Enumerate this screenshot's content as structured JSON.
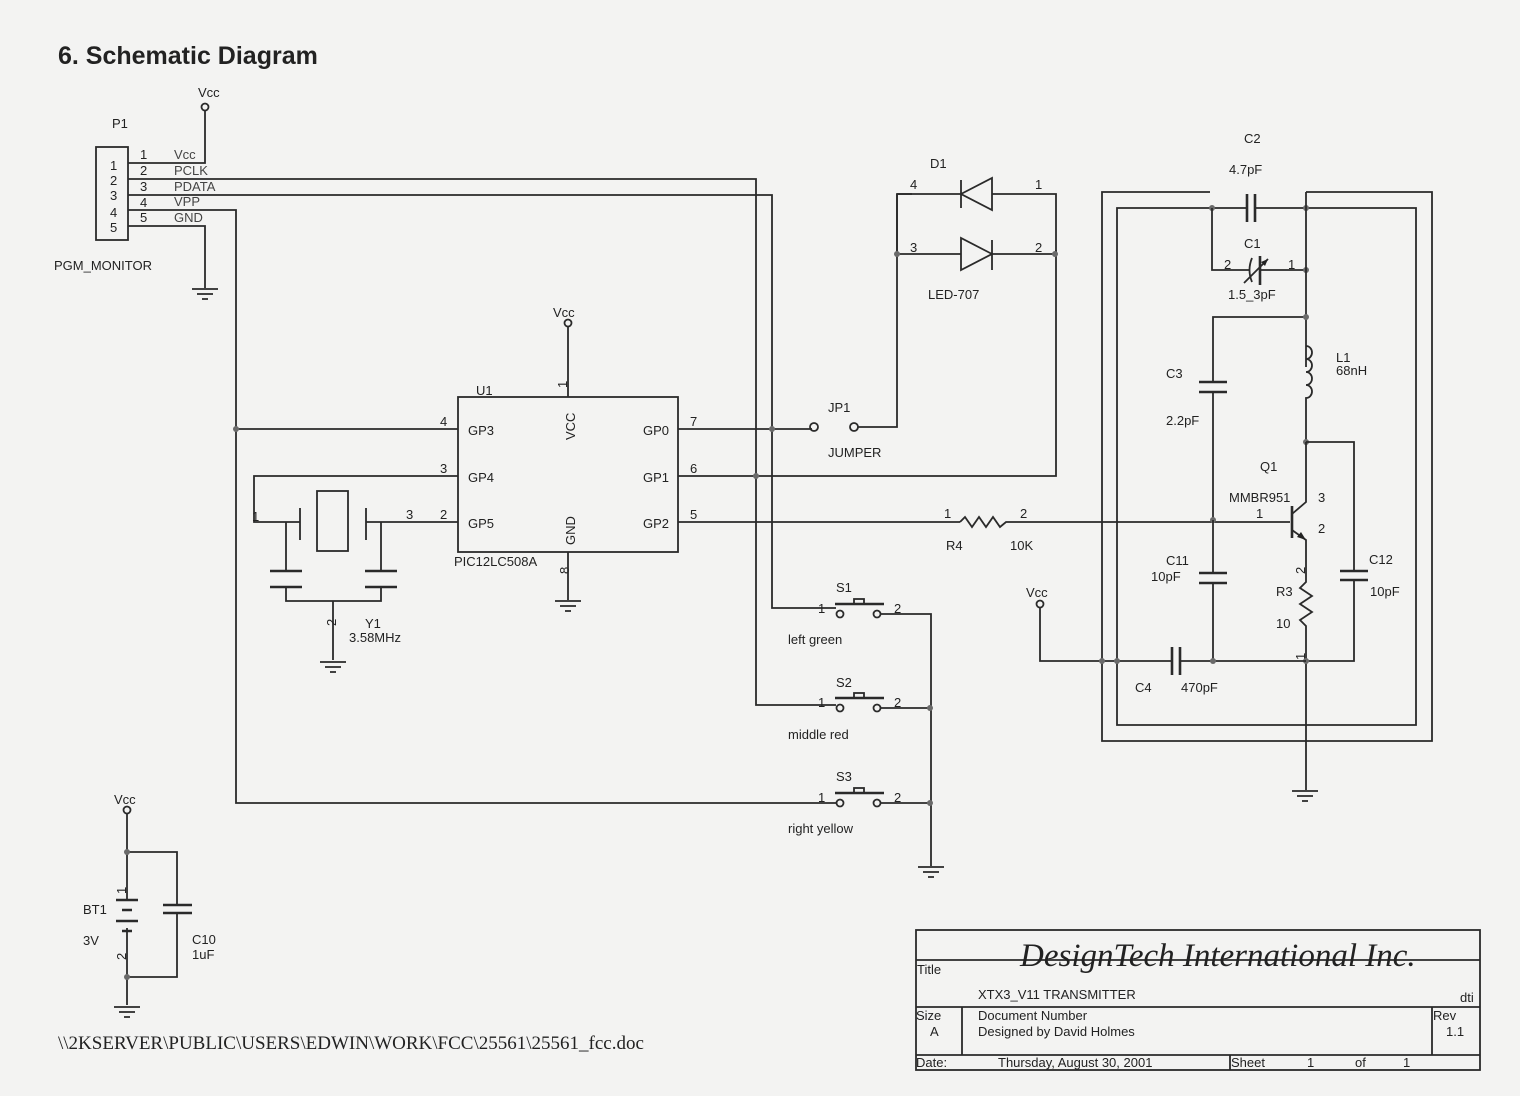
{
  "page_title": "6. Schematic Diagram",
  "file_path": "\\\\2KSERVER\\PUBLIC\\USERS\\EDWIN\\WORK\\FCC\\25561\\25561_fcc.doc",
  "power_label": "Vcc",
  "p1": {
    "ref": "P1",
    "name": "PGM_MONITOR",
    "box_pins": [
      "1",
      "2",
      "3",
      "4",
      "5"
    ],
    "signals": [
      {
        "pin": "1",
        "net": "Vcc"
      },
      {
        "pin": "2",
        "net": "PCLK"
      },
      {
        "pin": "3",
        "net": "PDATA"
      },
      {
        "pin": "4",
        "net": "VPP"
      },
      {
        "pin": "5",
        "net": "GND"
      }
    ]
  },
  "u1": {
    "ref": "U1",
    "part": "PIC12LC508A",
    "vcc_label": "VCC",
    "gnd_label": "GND",
    "vcc_pin": "1",
    "gnd_pin": "8",
    "left_pins": [
      {
        "name": "GP3",
        "num": "4"
      },
      {
        "name": "GP4",
        "num": "3"
      },
      {
        "name": "GP5",
        "num": "2"
      }
    ],
    "right_pins": [
      {
        "name": "GP0",
        "num": "7"
      },
      {
        "name": "GP1",
        "num": "6"
      },
      {
        "name": "GP2",
        "num": "5"
      }
    ]
  },
  "y1": {
    "ref": "Y1",
    "value": "3.58MHz",
    "pin1": "1",
    "pin2": "2",
    "pin3": "3"
  },
  "d1": {
    "ref": "D1",
    "part": "LED-707",
    "pins": [
      "4",
      "1",
      "3",
      "2"
    ]
  },
  "jp1": {
    "ref": "JP1",
    "part": "JUMPER"
  },
  "r4": {
    "ref": "R4",
    "value": "10K",
    "pin1": "1",
    "pin2": "2"
  },
  "switches": [
    {
      "ref": "S1",
      "label": "left green",
      "pin1": "1",
      "pin2": "2"
    },
    {
      "ref": "S2",
      "label": "middle red",
      "pin1": "1",
      "pin2": "2"
    },
    {
      "ref": "S3",
      "label": "right yellow",
      "pin1": "1",
      "pin2": "2"
    }
  ],
  "rf": {
    "c2": {
      "ref": "C2",
      "value": "4.7pF"
    },
    "c1": {
      "ref": "C1",
      "value": "1.5_3pF",
      "pin1": "1",
      "pin2": "2"
    },
    "c3": {
      "ref": "C3",
      "value": "2.2pF"
    },
    "l1": {
      "ref": "L1",
      "value": "68nH"
    },
    "q1": {
      "ref": "Q1",
      "part": "MMBR951",
      "pin1": "1",
      "pin2": "2",
      "pin3": "3"
    },
    "c11": {
      "ref": "C11",
      "value": "10pF"
    },
    "c12": {
      "ref": "C12",
      "value": "10pF"
    },
    "r3": {
      "ref": "R3",
      "value": "10",
      "pin1": "1",
      "pin2": "2"
    },
    "c4": {
      "ref": "C4",
      "value": "470pF"
    }
  },
  "battery": {
    "bt1": {
      "ref": "BT1",
      "value": "3V",
      "pin1": "1",
      "pin2": "2"
    },
    "c10": {
      "ref": "C10",
      "value": "1uF"
    }
  },
  "title_block": {
    "company": "DesignTech International Inc.",
    "title_label": "Title",
    "title": "XTX3_V11 TRANSMITTER",
    "code": "dti",
    "size_label": "Size",
    "size": "A",
    "doc_number_label": "Document Number",
    "designer": "Designed by David Holmes",
    "rev_label": "Rev",
    "rev": "1.1",
    "date_label": "Date:",
    "date": "Thursday, August 30, 2001",
    "sheet_label": "Sheet",
    "sheet": "1",
    "of_label": "of",
    "sheet_total": "1"
  }
}
